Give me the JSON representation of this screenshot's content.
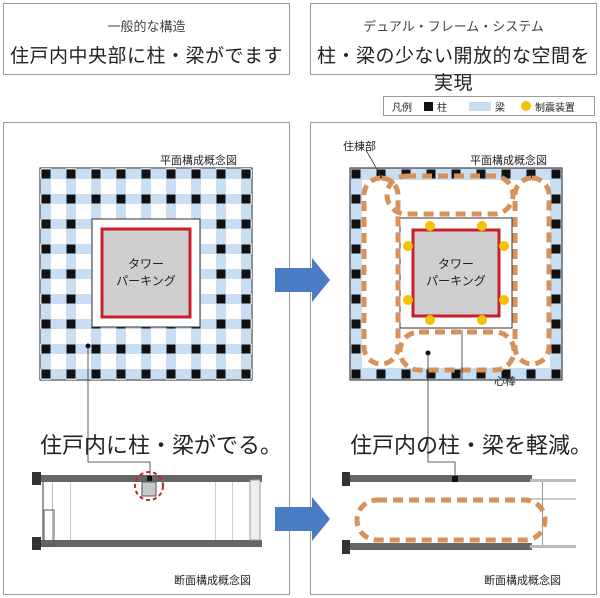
{
  "header_left": {
    "subtitle": "一般的な構造",
    "title": "住戸内中央部に柱・梁がでます"
  },
  "header_right": {
    "subtitle": "デュアル・フレーム・システム",
    "title": "柱・梁の少ない開放的な空間を実現"
  },
  "legend": {
    "title": "凡例",
    "column_label": "柱",
    "beam_label": "梁",
    "damper_label": "制震装置"
  },
  "left_panel": {
    "plan_label": "平面構成概念図",
    "parking_line1": "タワー",
    "parking_line2": "パーキング",
    "caption": "住戸内に柱・梁がでる。",
    "section_label": "断面構成概念図"
  },
  "right_panel": {
    "plan_label": "平面構成概念図",
    "dwelling_label": "住棟部",
    "parking_line1": "タワー",
    "parking_line2": "パーキング",
    "core_label": "心棒",
    "caption": "住戸内の柱・梁を軽減。",
    "section_label": "断面構成概念図"
  },
  "colors": {
    "beam": "#c8def2",
    "column": "#111111",
    "core_frame": "#c8202a",
    "parking": "#cfcfcf",
    "damper": "#f5c200",
    "dashed_outline": "#d9915a",
    "arrow": "#4a7cc4",
    "highlight_circle": "#c8202a"
  }
}
